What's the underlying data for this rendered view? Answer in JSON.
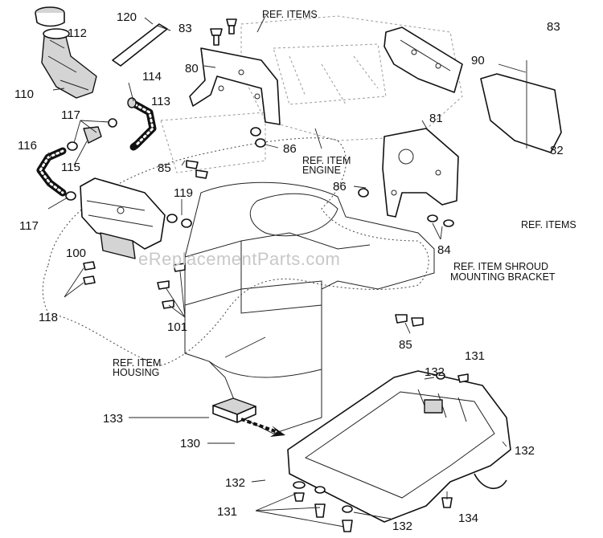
{
  "watermark": "eReplacementParts.com",
  "callouts": {
    "p110": "110",
    "p112": "112",
    "p120": "120",
    "p83a": "83",
    "p83b": "83",
    "p80": "80",
    "p114": "114",
    "p113": "113",
    "p117a": "117",
    "p116": "116",
    "p115": "115",
    "p117b": "117",
    "p100": "100",
    "p118": "118",
    "p119": "119",
    "p85a": "85",
    "p86a": "86",
    "p86b": "86",
    "p90": "90",
    "p81": "81",
    "p82": "82",
    "p84": "84",
    "p101": "101",
    "p85b": "85",
    "p131a": "131",
    "p132a": "132",
    "p133": "133",
    "p130": "130",
    "p132b": "132",
    "p132c": "132",
    "p131b": "131",
    "p132d": "132",
    "p134": "134"
  },
  "refs": {
    "items_top": "REF. ITEMS",
    "engine_line1": "REF. ITEM",
    "engine_line2": "ENGINE",
    "items_right": "REF. ITEMS",
    "shroud_line1": "REF. ITEM SHROUD",
    "shroud_line2": "MOUNTING BRACKET",
    "housing_line1": "REF. ITEM",
    "housing_line2": "HOUSING"
  }
}
